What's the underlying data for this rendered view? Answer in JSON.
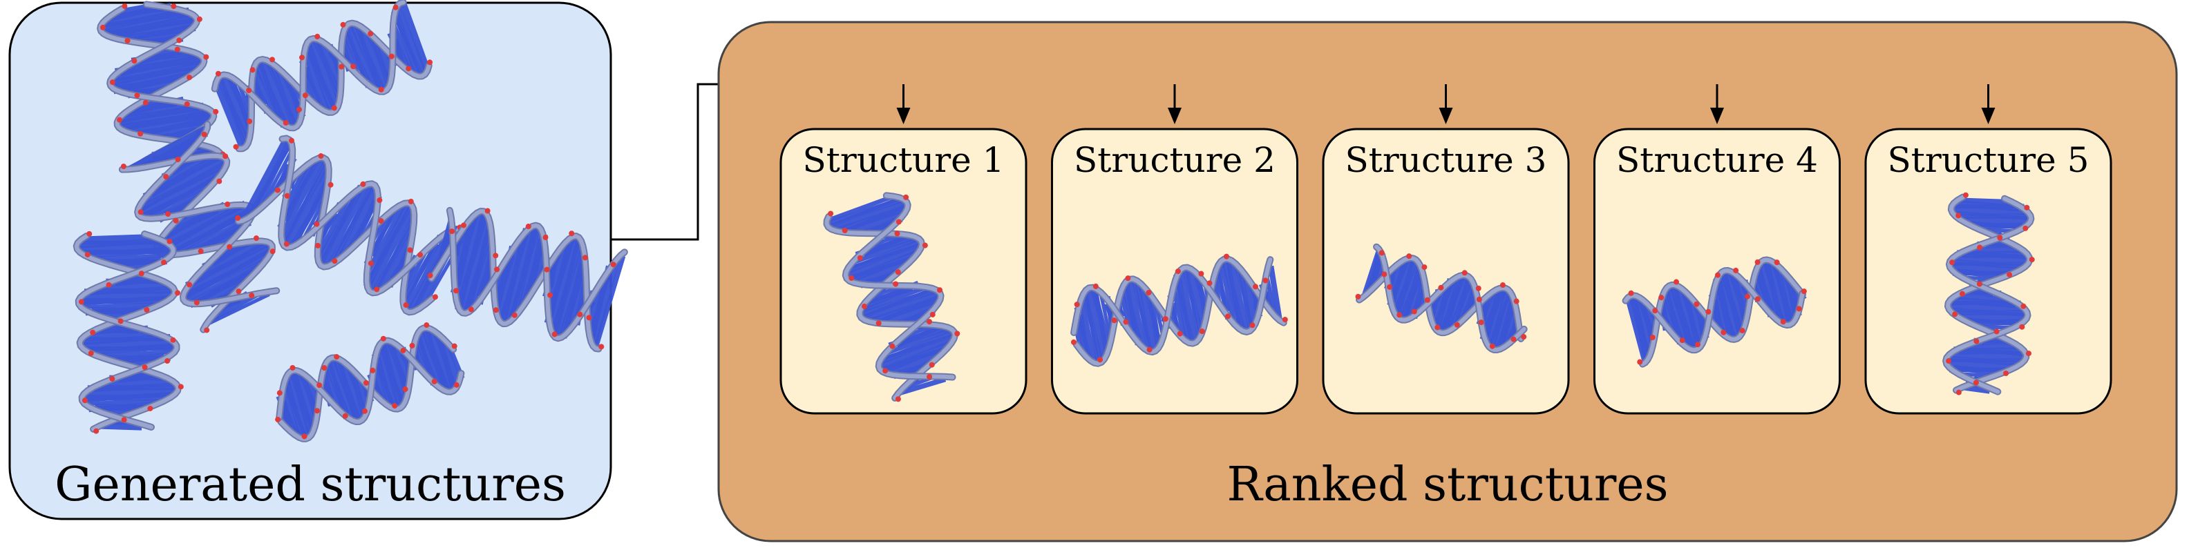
{
  "left_panel": {
    "caption": "Generated structures",
    "fill": "#d7e6f8",
    "helix_count": 7
  },
  "right_panel": {
    "caption": "Ranked structures",
    "fill": "#e0a873",
    "card_fill": "#fdf1d2"
  },
  "cards": [
    {
      "label": "Structure 1",
      "orientation": "vertical"
    },
    {
      "label": "Structure 2",
      "orientation": "horizontal"
    },
    {
      "label": "Structure 3",
      "orientation": "horizontal"
    },
    {
      "label": "Structure 4",
      "orientation": "horizontal"
    },
    {
      "label": "Structure 5",
      "orientation": "vertical"
    }
  ],
  "colors": {
    "backbone": "#9aa6cf",
    "base": "#3a55d6",
    "atom": "#e03a3a",
    "line": "#000000"
  },
  "icons": [
    "rna-helix-icon",
    "arrow-down-icon"
  ]
}
